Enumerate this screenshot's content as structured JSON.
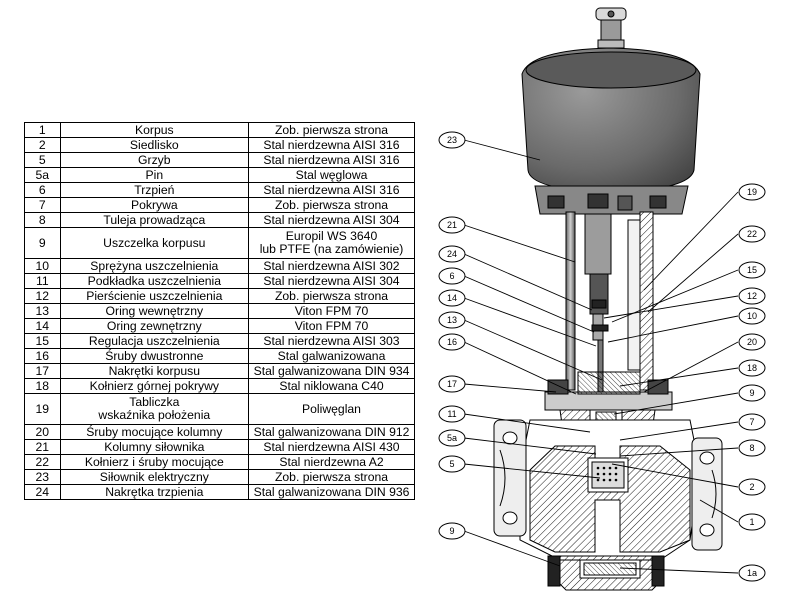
{
  "parts_table": {
    "rows": [
      {
        "num": "1",
        "name": "Korpus",
        "material": "Zob. pierwsza strona"
      },
      {
        "num": "2",
        "name": "Siedlisko",
        "material": "Stal nierdzewna AISI 316"
      },
      {
        "num": "5",
        "name": "Grzyb",
        "material": "Stal nierdzewna AISI 316"
      },
      {
        "num": "5a",
        "name": "Pin",
        "material": "Stal węglowa"
      },
      {
        "num": "6",
        "name": "Trzpień",
        "material": "Stal nierdzewna AISI 316"
      },
      {
        "num": "7",
        "name": "Pokrywa",
        "material": "Zob. pierwsza strona"
      },
      {
        "num": "8",
        "name": "Tuleja prowadząca",
        "material": "Stal nierdzewna AISI 304"
      },
      {
        "num": "9",
        "name": "Uszczelka korpusu",
        "material": "Europil WS 3640",
        "material_line2": "lub PTFE (na zamówienie)"
      },
      {
        "num": "10",
        "name": "Sprężyna uszczelnienia",
        "material": "Stal nierdzewna AISI 302"
      },
      {
        "num": "11",
        "name": "Podkładka uszczelnienia",
        "material": "Stal nierdzewna AISI 304"
      },
      {
        "num": "12",
        "name": "Pierścienie uszczelnienia",
        "material": "Zob. pierwsza strona"
      },
      {
        "num": "13",
        "name": "Oring wewnętrzny",
        "material": "Viton FPM 70"
      },
      {
        "num": "14",
        "name": "Oring zewnętrzny",
        "material": "Viton FPM 70"
      },
      {
        "num": "15",
        "name": "Regulacja uszczelnienia",
        "material": "Stal nierdzewna AISI 303"
      },
      {
        "num": "16",
        "name": "Śruby dwustronne",
        "material": "Stal galwanizowana"
      },
      {
        "num": "17",
        "name": "Nakrętki korpusu",
        "material": "Stal galwanizowana DIN 934"
      },
      {
        "num": "18",
        "name": "Kołnierz górnej pokrywy",
        "material": "Stal niklowana C40"
      },
      {
        "num": "19",
        "name": "Tabliczka",
        "name_line2": "wskaźnika położenia",
        "material": "Poliwęglan"
      },
      {
        "num": "20",
        "name": "Śruby mocujące kolumny",
        "material": "Stal galwanizowana DIN 912"
      },
      {
        "num": "21",
        "name": "Kolumny siłownika",
        "material": "Stal nierdzewna AISI 430"
      },
      {
        "num": "22",
        "name": "Kołnierz i śruby mocujące",
        "material": "Stal nierdzewna A2"
      },
      {
        "num": "23",
        "name": "Siłownik elektryczny",
        "material": "Zob. pierwsza strona"
      },
      {
        "num": "24",
        "name": "Nakrętka trzpienia",
        "material": "Stal galwanizowana DIN 936"
      }
    ]
  },
  "diagram": {
    "callouts_left": [
      "23",
      "21",
      "24",
      "6",
      "14",
      "13",
      "16",
      "17",
      "11",
      "5a",
      "5",
      "9"
    ],
    "callouts_right": [
      "19",
      "22",
      "15",
      "12",
      "10",
      "20",
      "18",
      "9",
      "7",
      "8",
      "2",
      "1",
      "1a"
    ]
  }
}
